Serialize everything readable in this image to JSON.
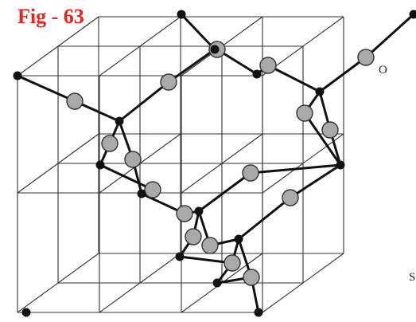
{
  "figure": {
    "title": "Fig - 63",
    "title_color": "#e8231d"
  },
  "labels": {
    "oxygen": "O",
    "silicon": "S"
  },
  "colors": {
    "grid_line": "#333333",
    "bond": "#111111",
    "silicon_atom": "#111111",
    "oxygen_atom_fill": "#a9a9a9",
    "oxygen_atom_stroke": "#333333"
  },
  "legend": {
    "silicon_atom": "black-dot-small",
    "oxygen_atom": "grey-circle-large"
  }
}
